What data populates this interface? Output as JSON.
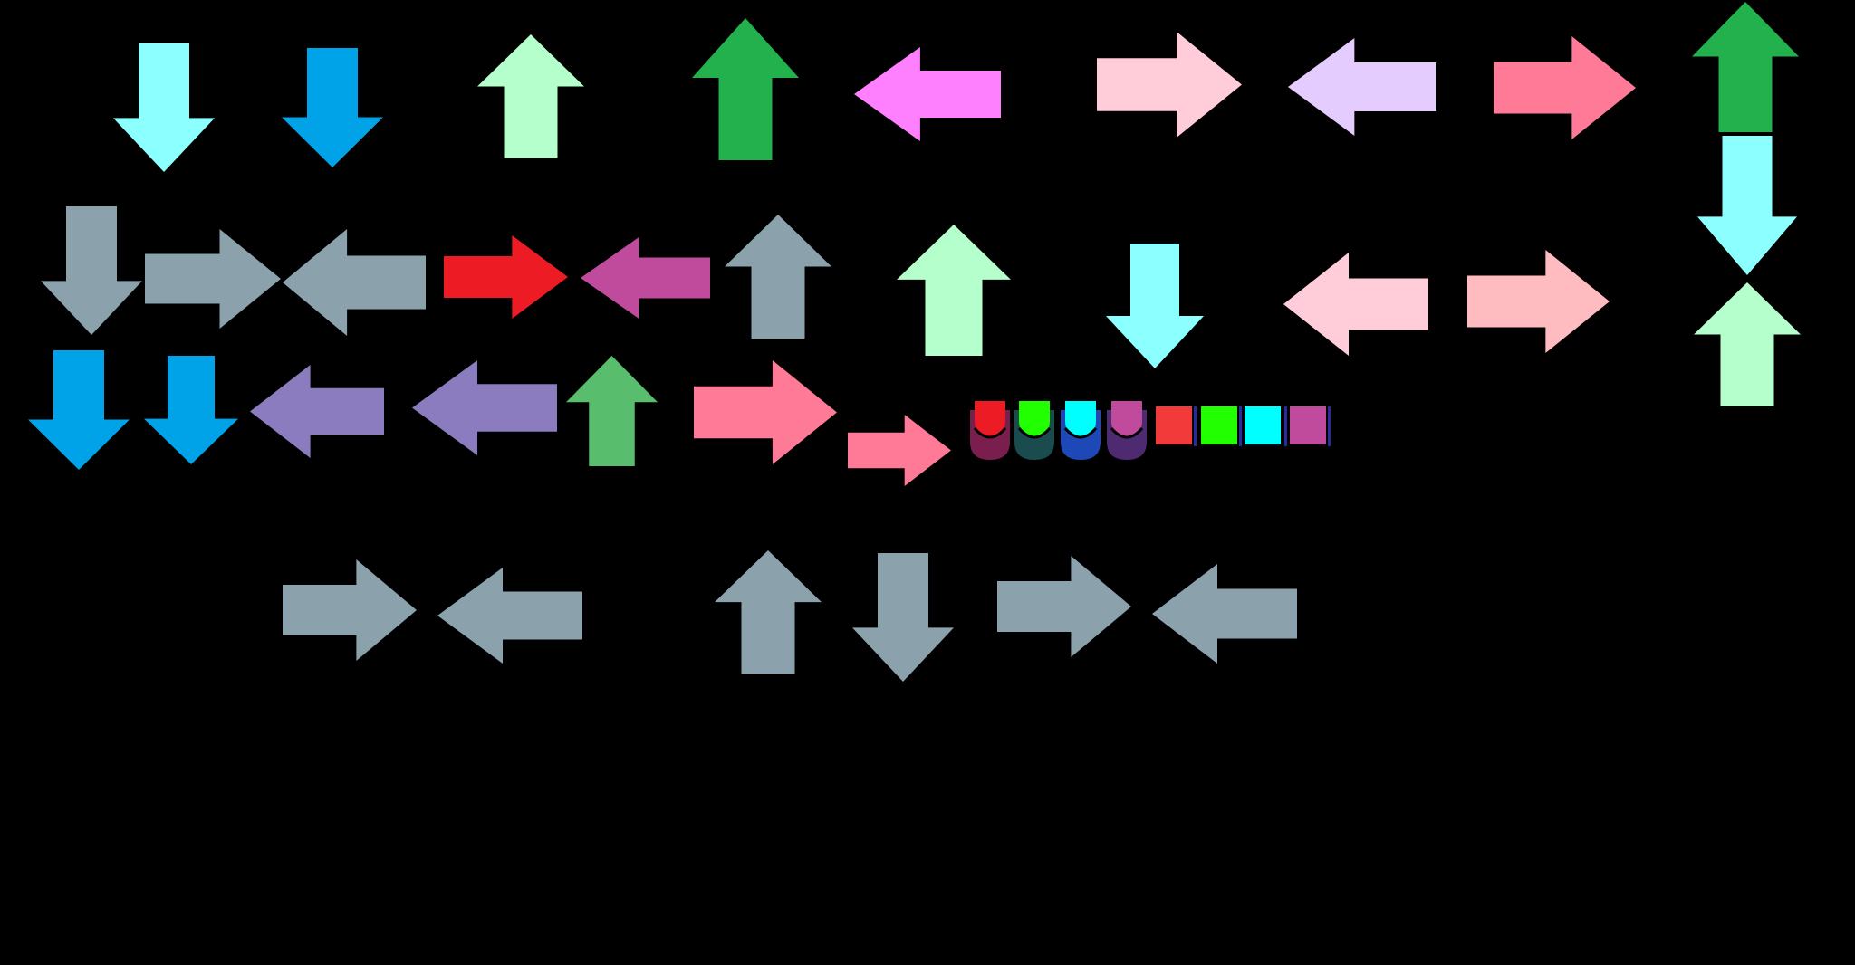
{
  "sprite_sheet": {
    "background": "#000000",
    "row_1": [
      {
        "name": "down-arrow-icon",
        "direction": "down",
        "color": "#8CFFFF"
      },
      {
        "name": "down-arrow-icon",
        "direction": "down",
        "color": "#00A2E8"
      },
      {
        "name": "up-arrow-icon",
        "direction": "up",
        "color": "#B4FFCC"
      },
      {
        "name": "up-arrow-icon",
        "direction": "up",
        "color": "#22B14C"
      },
      {
        "name": "left-arrow-icon",
        "direction": "left",
        "color": "#FF80FF"
      },
      {
        "name": "right-arrow-icon",
        "direction": "right",
        "color": "#FFCCDA"
      },
      {
        "name": "left-arrow-icon",
        "direction": "left",
        "color": "#E5CCFF"
      },
      {
        "name": "right-arrow-icon",
        "direction": "right",
        "color": "#FF7A96"
      },
      {
        "name": "up-arrow-icon",
        "direction": "up",
        "color": "#22B14C"
      },
      {
        "name": "down-arrow-icon",
        "direction": "down",
        "color": "#8CFFFF"
      }
    ],
    "row_2": [
      {
        "name": "down-arrow-icon",
        "direction": "down",
        "color": "#8BA2AC"
      },
      {
        "name": "right-arrow-icon",
        "direction": "right",
        "color": "#8BA2AC"
      },
      {
        "name": "left-arrow-icon",
        "direction": "left",
        "color": "#8BA2AC"
      },
      {
        "name": "right-arrow-icon",
        "direction": "right",
        "color": "#ED1C24"
      },
      {
        "name": "left-arrow-icon",
        "direction": "left",
        "color": "#C04B9C"
      },
      {
        "name": "up-arrow-icon",
        "direction": "up",
        "color": "#8BA2AC"
      },
      {
        "name": "up-arrow-icon",
        "direction": "up",
        "color": "#B4FFCC"
      },
      {
        "name": "down-arrow-icon",
        "direction": "down",
        "color": "#8CFFFF"
      },
      {
        "name": "left-arrow-icon",
        "direction": "left",
        "color": "#FFCCDA"
      },
      {
        "name": "right-arrow-icon",
        "direction": "right",
        "color": "#FFBCC0"
      },
      {
        "name": "up-arrow-icon",
        "direction": "up",
        "color": "#B4FFCC"
      }
    ],
    "row_3": [
      {
        "name": "down-arrow-icon",
        "direction": "down",
        "color": "#00A2E8"
      },
      {
        "name": "down-arrow-icon",
        "direction": "down",
        "color": "#00A2E8"
      },
      {
        "name": "left-arrow-icon",
        "direction": "left",
        "color": "#8B7CC0"
      },
      {
        "name": "left-arrow-icon",
        "direction": "left",
        "color": "#8B7CC0"
      },
      {
        "name": "up-arrow-icon",
        "direction": "up",
        "color": "#58BD6C"
      },
      {
        "name": "right-arrow-icon",
        "direction": "right",
        "color": "#FF7A96"
      },
      {
        "name": "right-arrow-icon",
        "direction": "right",
        "color": "#FF7A96"
      }
    ],
    "hold_caps": [
      {
        "name": "hold-cap-icon",
        "color": "#ED1C24",
        "shade": "#7A1E4E"
      },
      {
        "name": "hold-cap-icon",
        "color": "#22FF00",
        "shade": "#1A4B4F"
      },
      {
        "name": "hold-cap-icon",
        "color": "#00FFFF",
        "shade": "#1E48B8"
      },
      {
        "name": "hold-cap-icon",
        "color": "#C04B9C",
        "shade": "#4E2A70"
      }
    ],
    "color_swatches": [
      "#F23A3A",
      "#22FF00",
      "#00FFFF",
      "#C04B9C"
    ],
    "row_4": [
      {
        "name": "right-arrow-icon",
        "direction": "right",
        "color": "#8BA2AC"
      },
      {
        "name": "left-arrow-icon",
        "direction": "left",
        "color": "#8BA2AC"
      },
      {
        "name": "up-arrow-icon",
        "direction": "up",
        "color": "#8BA2AC"
      },
      {
        "name": "down-arrow-icon",
        "direction": "down",
        "color": "#8BA2AC"
      },
      {
        "name": "right-arrow-icon",
        "direction": "right",
        "color": "#8BA2AC"
      },
      {
        "name": "left-arrow-icon",
        "direction": "left",
        "color": "#8BA2AC"
      }
    ]
  }
}
